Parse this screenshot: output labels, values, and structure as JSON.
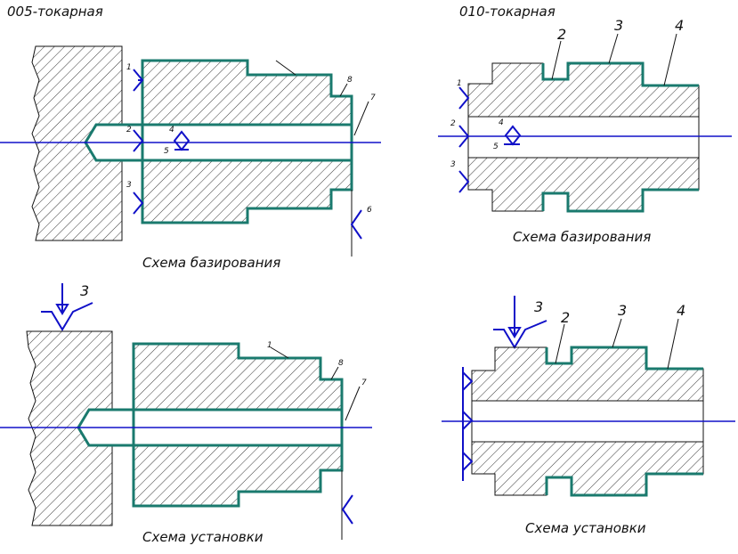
{
  "operations": {
    "op005": "005-токарная",
    "op010": "010-токарная"
  },
  "captions": {
    "basing_left": "Схема базирования",
    "basing_right": "Схема базирования",
    "setup_left": "Схема установки",
    "setup_right": "Схема установки"
  },
  "marks": {
    "tl": [
      "1",
      "2",
      "3",
      "4",
      "5",
      "6",
      "7",
      "8"
    ],
    "tr": [
      "1",
      "2",
      "3",
      "4",
      "5",
      "2",
      "3",
      "4"
    ],
    "bl": [
      "3",
      "1",
      "8",
      "7"
    ],
    "br": [
      "3",
      "2",
      "3",
      "4"
    ]
  },
  "colors": {
    "part_outline": "#1a7a6e",
    "datum_symbol": "#1010c8",
    "centerline": "#1010c8",
    "hatch": "#222222"
  }
}
